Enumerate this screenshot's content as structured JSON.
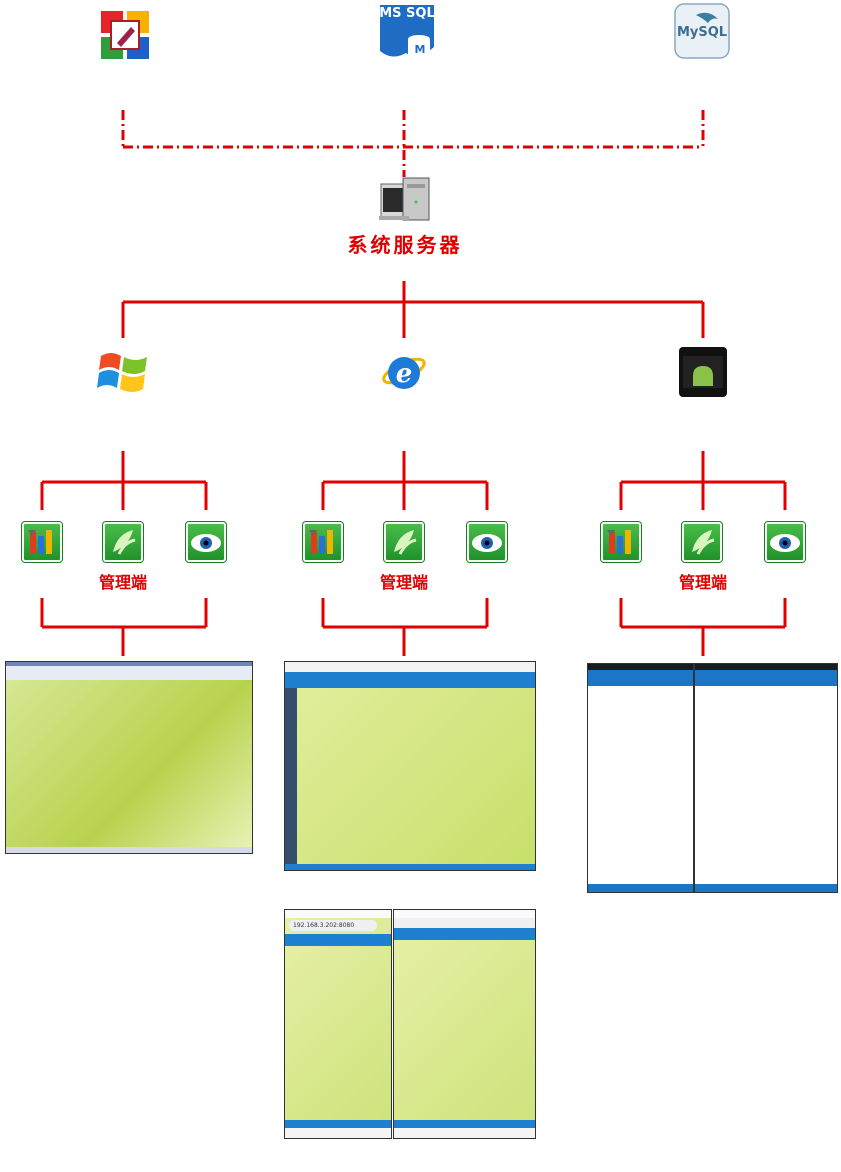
{
  "databases": [
    {
      "name": "access-logo-icon",
      "label": ""
    },
    {
      "name": "mssql-logo-icon",
      "label": "MS SQL"
    },
    {
      "name": "mysql-logo-icon",
      "label": "MySQL"
    }
  ],
  "server": {
    "icon": "server-computer-icon",
    "label": "系统服务器"
  },
  "platforms": [
    "windows-logo-icon",
    "internet-explorer-icon",
    "android-device-icon"
  ],
  "modules": {
    "icons": [
      "tools-module-icon",
      "leaf-module-icon",
      "eye-module-icon"
    ],
    "label": "管理端"
  },
  "screenshots": [
    {
      "name": "windows-client-screenshot"
    },
    {
      "name": "browser-client-screenshot"
    },
    {
      "name": "android-tablet-screenshot-1"
    },
    {
      "name": "android-tablet-screenshot-2"
    },
    {
      "name": "mobile-phone-browser-screenshot",
      "url": "192.168.3.202:8080"
    },
    {
      "name": "mobile-tablet-browser-screenshot"
    }
  ],
  "colors": {
    "connector": "#e00000",
    "label": "#e00000",
    "tile_green": "#2a9a3a"
  }
}
